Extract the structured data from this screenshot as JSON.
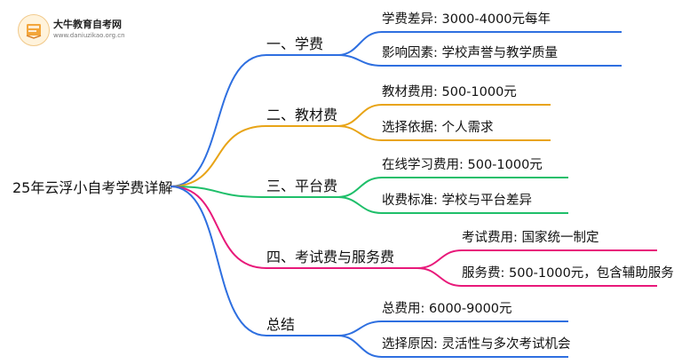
{
  "logo": {
    "title": "大牛教育自考网",
    "url": "www.daniuzikao.org.cn"
  },
  "diagram": {
    "root": "25年云浮小自考学费详解",
    "branches": [
      {
        "label": "一、学费",
        "color": "#2e6fe0",
        "leaves": [
          "学费差异: 3000-4000元每年",
          "影响因素: 学校声誉与教学质量"
        ]
      },
      {
        "label": "二、教材费",
        "color": "#e8a417",
        "leaves": [
          "教材费用: 500-1000元",
          "选择依据: 个人需求"
        ]
      },
      {
        "label": "三、平台费",
        "color": "#1fbf6a",
        "leaves": [
          "在线学习费用: 500-1000元",
          "收费标准: 学校与平台差异"
        ]
      },
      {
        "label": "四、考试费与服务费",
        "color": "#e8197a",
        "leaves": [
          "考试费用: 国家统一制定",
          "服务费: 500-1000元，包含辅助服务"
        ]
      },
      {
        "label": "总结",
        "color": "#2e6fe0",
        "leaves": [
          "总费用: 6000-9000元",
          "选择原因: 灵活性与多次考试机会"
        ]
      }
    ]
  }
}
